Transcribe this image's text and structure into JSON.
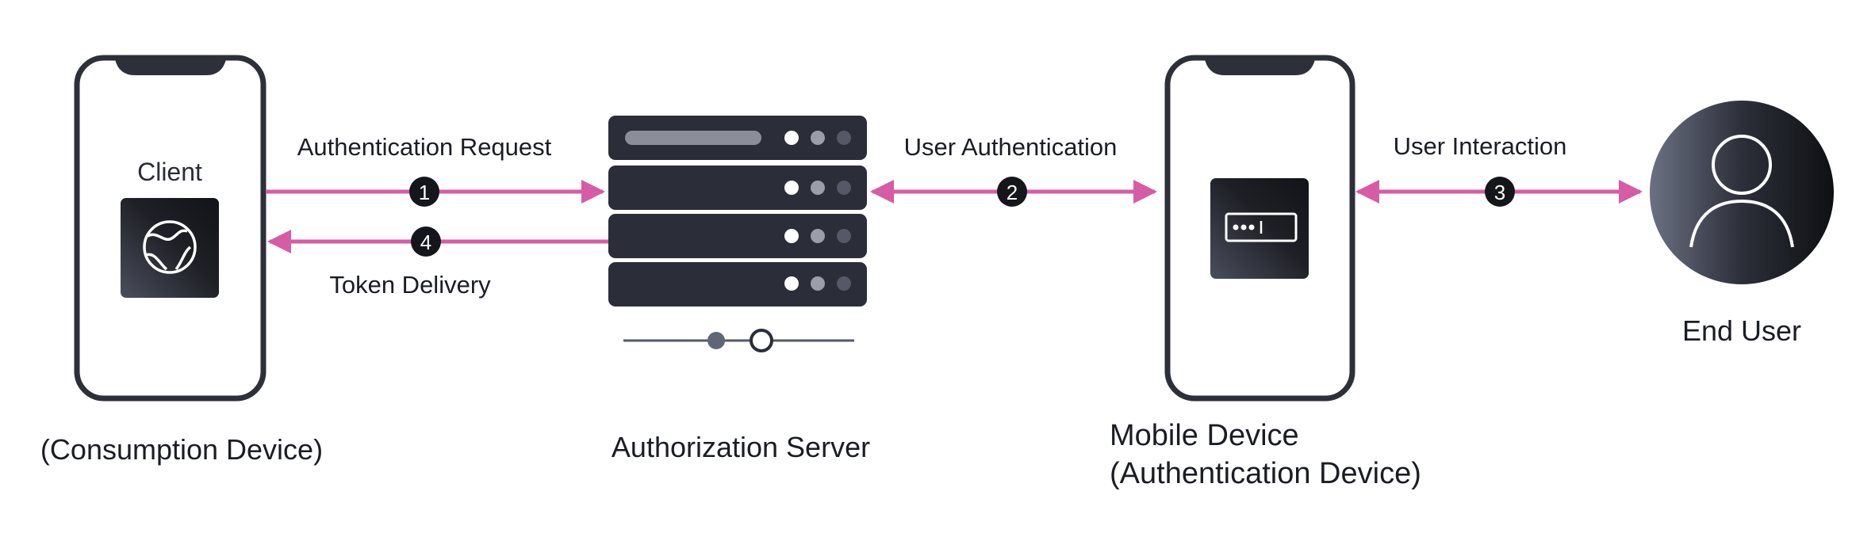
{
  "client": {
    "label": "Client",
    "caption": "(Consumption Device)",
    "app_icon": "globe-icon"
  },
  "server": {
    "caption": "Authorization Server",
    "icon": "server-rack-icon"
  },
  "mobile": {
    "caption_line1": "Mobile Device",
    "caption_line2": "(Authentication Device)",
    "app_icon": "password-field-icon"
  },
  "user": {
    "caption": "End User",
    "icon": "user-icon"
  },
  "flows": [
    {
      "step": "1",
      "label": "Authentication Request",
      "direction": "client-to-server"
    },
    {
      "step": "2",
      "label": "User Authentication",
      "direction": "bidirectional"
    },
    {
      "step": "3",
      "label": "User Interaction",
      "direction": "bidirectional"
    },
    {
      "step": "4",
      "label": "Token Delivery",
      "direction": "server-to-client"
    }
  ],
  "colors": {
    "arrow": "#d65ca3",
    "dark": "#2b2d38",
    "badge": "#15161b",
    "outline": "#2e3039"
  }
}
